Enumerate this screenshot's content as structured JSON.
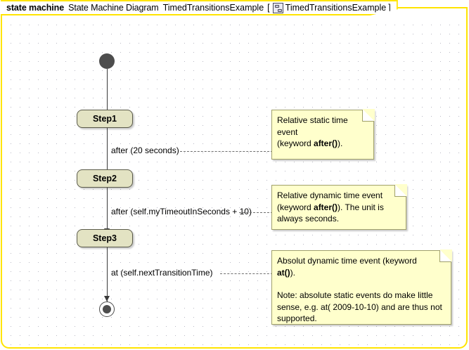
{
  "frame": {
    "keyword": "state machine",
    "type_label": "State Machine Diagram",
    "name": "TimedTransitionsExample",
    "bracket_open": "[",
    "bracket_close": "]",
    "qualified_name": "TimedTransitionsExample",
    "icon": "state-machine-icon",
    "border_color": "#ffe400"
  },
  "colors": {
    "state_fill": "#e3e3c3",
    "state_border": "#5b5b4a",
    "note_fill": "#ffffcc",
    "note_border": "#a0a06a",
    "node_fill": "#4d4d4d",
    "line": "#3a3a3a",
    "dash_line": "#6e6e6e",
    "grid_dot": "#b9b9c4"
  },
  "diagram": {
    "initial_node": "initial-pseudostate",
    "final_node": "final-state",
    "states": [
      {
        "name": "Step1"
      },
      {
        "name": "Step2"
      },
      {
        "name": "Step3"
      }
    ],
    "transitions": [
      {
        "label": "",
        "from": "initial-pseudostate",
        "to": "Step1"
      },
      {
        "label": "after (20 seconds)",
        "from": "Step1",
        "to": "Step2"
      },
      {
        "label": "after (self.myTimeoutInSeconds + 10)",
        "from": "Step2",
        "to": "Step3"
      },
      {
        "label": "at (self.nextTransitionTime)",
        "from": "Step3",
        "to": "final-state"
      }
    ],
    "notes": [
      {
        "id": "note-relative-static",
        "lines": [
          {
            "text_before": "Relative static time event",
            "bold": "",
            "text_after": ""
          },
          {
            "text_before": "(keyword ",
            "bold": "after()",
            "text_after": ")."
          }
        ]
      },
      {
        "id": "note-relative-dynamic",
        "lines": [
          {
            "text_before": "Relative dynamic time event",
            "bold": "",
            "text_after": ""
          },
          {
            "text_before": "(keyword ",
            "bold": "after()",
            "text_after": "). The unit is"
          },
          {
            "text_before": "always seconds.",
            "bold": "",
            "text_after": ""
          }
        ]
      },
      {
        "id": "note-absolute-dynamic",
        "para1": {
          "text_before": "Absolut dynamic time event (keyword ",
          "bold": "at()",
          "text_after": ")."
        },
        "para2": "Note: absolute static events do make little sense, e.g. at( 2009-10-10) and are thus not supported."
      }
    ]
  }
}
